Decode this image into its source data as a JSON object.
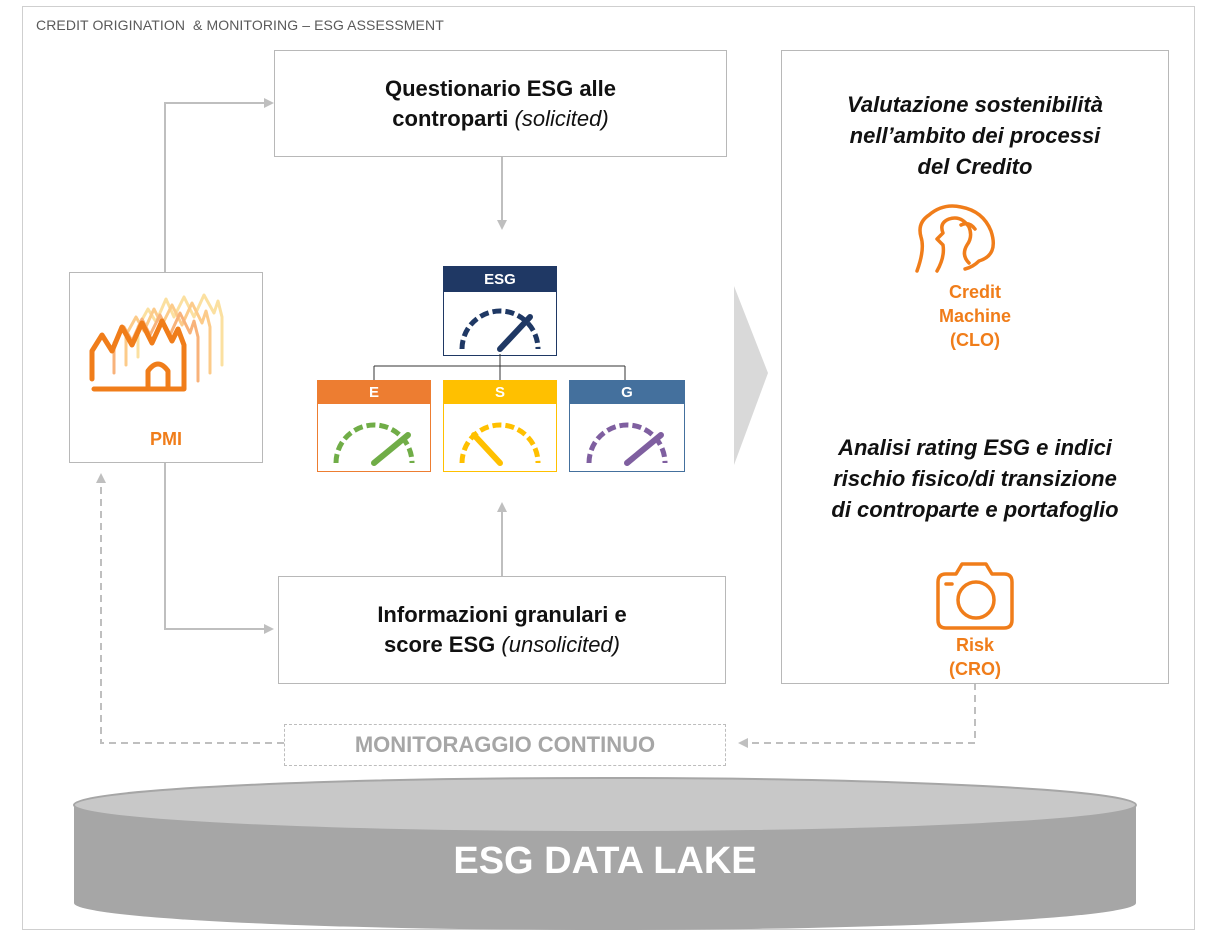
{
  "header": {
    "title": "CREDIT ORIGINATION  & MONITORING – ESG ASSESSMENT"
  },
  "questionnaire": {
    "line1": "Questionario ESG alle",
    "line2_bold": "controparti",
    "line2_italic": "(solicited)"
  },
  "info_box": {
    "line1": "Informazioni granulari e",
    "line2_bold": "score ESG",
    "line2_italic": "(unsolicited)"
  },
  "pmi": {
    "label": "PMI",
    "icon": "factory-icon"
  },
  "scorecard": {
    "top": {
      "label": "ESG",
      "color": "#1f3864"
    },
    "children": [
      {
        "label": "E",
        "color": "#ed7d31",
        "needle_color": "#70ad47"
      },
      {
        "label": "S",
        "color": "#ffc000",
        "needle_color": "#ffc000"
      },
      {
        "label": "G",
        "color": "#44709d",
        "needle_color": "#7f5fa0"
      }
    ]
  },
  "right_panel": {
    "title1": [
      "Valutazione sostenibilità",
      "nell’ambito dei processi",
      "del Credito"
    ],
    "credit_machine": [
      "Credit",
      "Machine",
      "(CLO)"
    ],
    "title2": [
      "Analisi rating ESG e indici",
      "rischio fisico/di transizione",
      "di controparte e portafoglio"
    ],
    "risk": [
      "Risk",
      "(CRO)"
    ]
  },
  "monitoring": {
    "label": "MONITORAGGIO CONTINUO"
  },
  "data_lake": {
    "label": "ESG DATA LAKE",
    "color": "#a6a6a6"
  },
  "colors": {
    "accent": "#f07d1a",
    "line": "#bfbfbf"
  }
}
